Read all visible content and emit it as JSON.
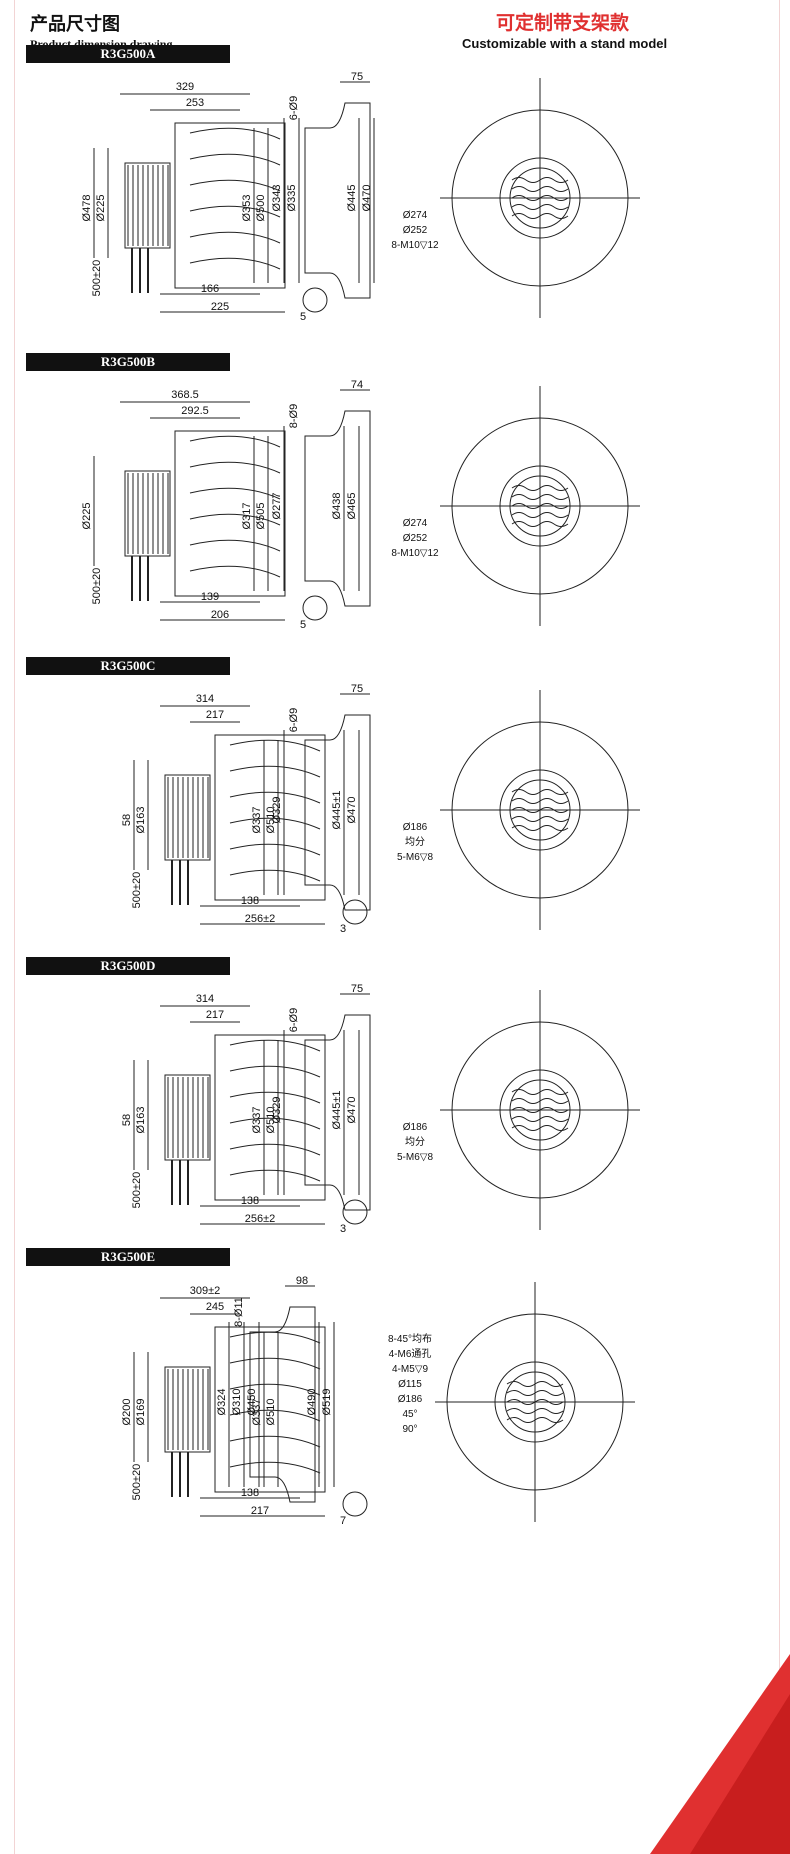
{
  "header": {
    "title_cn": "产品尺寸图",
    "title_en": "Product dimension drawing",
    "custom_cn": "可定制带支架款",
    "custom_en": "Customizable with a stand model"
  },
  "colors": {
    "accent": "#e03030",
    "bar": "#111111",
    "line": "#222222"
  },
  "models": [
    {
      "name": "R3G500A",
      "side_top": [
        "329",
        "253"
      ],
      "side_left": [
        "Ø478",
        "Ø225"
      ],
      "side_right": [
        "Ø353",
        "Ø500"
      ],
      "cable": "500±20",
      "bottom": [
        "166",
        "225"
      ],
      "gap": "5",
      "sec_top": "75",
      "sec_holes": "6-Ø9",
      "sec_dims": [
        "Ø343",
        "Ø335",
        "Ø445",
        "Ø470"
      ],
      "front": [
        "Ø274",
        "Ø252",
        "8-M10▽12"
      ]
    },
    {
      "name": "R3G500B",
      "side_top": [
        "368.5",
        "292.5"
      ],
      "side_left": [
        "Ø225"
      ],
      "side_right": [
        "Ø317",
        "Ø505"
      ],
      "cable": "500±20",
      "bottom": [
        "139",
        "206"
      ],
      "gap": "5",
      "sec_top": "74",
      "sec_holes": "8-Ø9",
      "sec_dims": [
        "Ø277",
        "Ø438",
        "Ø465"
      ],
      "front": [
        "Ø274",
        "Ø252",
        "8-M10▽12"
      ]
    },
    {
      "name": "R3G500C",
      "side_top": [
        "314",
        "217"
      ],
      "side_left": [
        "58",
        "Ø163"
      ],
      "side_right": [
        "Ø337",
        "Ø510"
      ],
      "cable": "500±20",
      "bottom": [
        "138",
        "256±2"
      ],
      "gap": "3",
      "sec_top": "75",
      "sec_holes": "6-Ø9",
      "sec_dims": [
        "Ø329",
        "Ø445±1",
        "Ø470"
      ],
      "front": [
        "Ø186",
        "均分",
        "5-M6▽8"
      ]
    },
    {
      "name": "R3G500D",
      "side_top": [
        "314",
        "217"
      ],
      "side_left": [
        "58",
        "Ø163"
      ],
      "side_right": [
        "Ø337",
        "Ø510"
      ],
      "cable": "500±20",
      "bottom": [
        "138",
        "256±2"
      ],
      "gap": "3",
      "sec_top": "75",
      "sec_holes": "6-Ø9",
      "sec_dims": [
        "Ø329",
        "Ø445±1",
        "Ø470"
      ],
      "front": [
        "Ø186",
        "均分",
        "5-M6▽8"
      ]
    },
    {
      "name": "R3G500E",
      "side_top": [
        "309±2",
        "245"
      ],
      "side_left": [
        "Ø200",
        "Ø169"
      ],
      "side_right": [
        "Ø337",
        "Ø510"
      ],
      "cable": "500±20",
      "bottom": [
        "138",
        "217"
      ],
      "gap": "7",
      "sec_top": "98",
      "sec_holes": "8-Ø11",
      "sec_dims": [
        "Ø324",
        "Ø310",
        "Ø450",
        "Ø490",
        "Ø519"
      ],
      "front": [
        "8-45°均布",
        "4-M6通孔",
        "4-M5▽9",
        "Ø115",
        "Ø186",
        "45°",
        "90°"
      ]
    }
  ]
}
